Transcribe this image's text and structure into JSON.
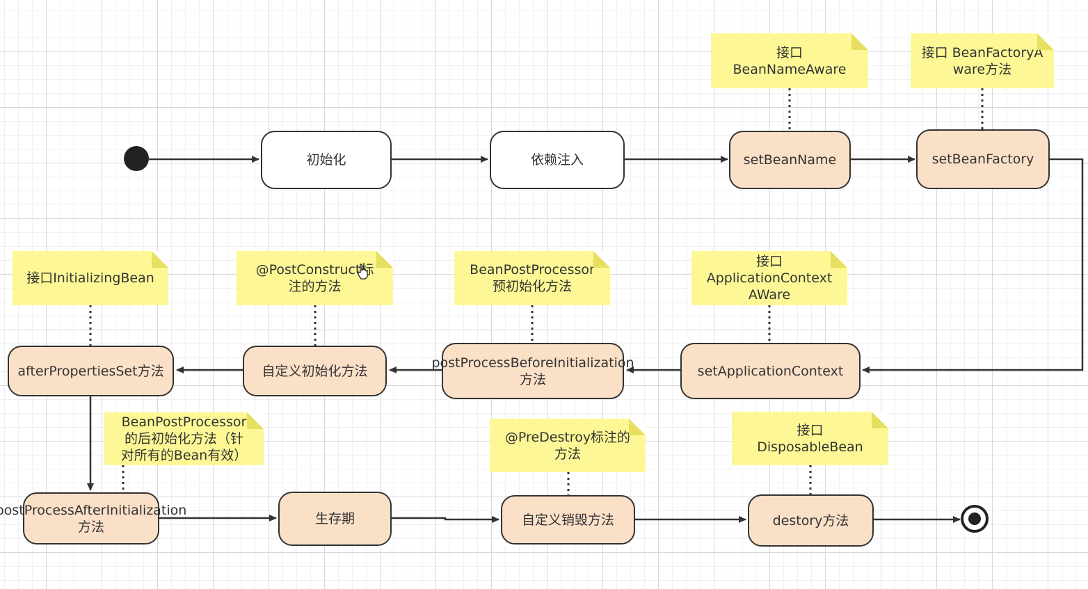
{
  "diagram": {
    "nodes": {
      "init": "初始化",
      "dependency_injection": "依赖注入",
      "set_bean_name": "setBeanName",
      "set_bean_factory": "setBeanFactory",
      "set_application_context": "setApplicationContext",
      "post_process_before": "postProcessBeforeInitialization方法",
      "custom_init": "自定义初始化方法",
      "after_properties_set": "afterPropertiesSet方法",
      "post_process_after": "postProcessAfterInitialization方法",
      "lifetime": "生存期",
      "custom_destroy": "自定义销毁方法",
      "destroy": "destory方法"
    },
    "notes": {
      "bean_name_aware": "接口\nBeanNameAware",
      "bean_factory_aware": "接口\nBeanFactoryAware方法",
      "application_context_aware": "接口\nApplicationContext\nAWare",
      "bpp_pre_init": "BeanPostProcessor\n预初始化方法",
      "post_construct": "@PostConstruct标\n注的方法",
      "initializing_bean": "接口InitializingBean",
      "bpp_post_init": "BeanPostProcessor\n的后初始化方法（针\n对所有的Bean有效）",
      "pre_destroy": "@PreDestroy标注的\n方法",
      "disposable_bean": "接口\nDisposableBean"
    },
    "colors": {
      "bean_node_fill": "#fbe0c8",
      "note_fill": "#fdf895",
      "line": "#333333"
    }
  }
}
